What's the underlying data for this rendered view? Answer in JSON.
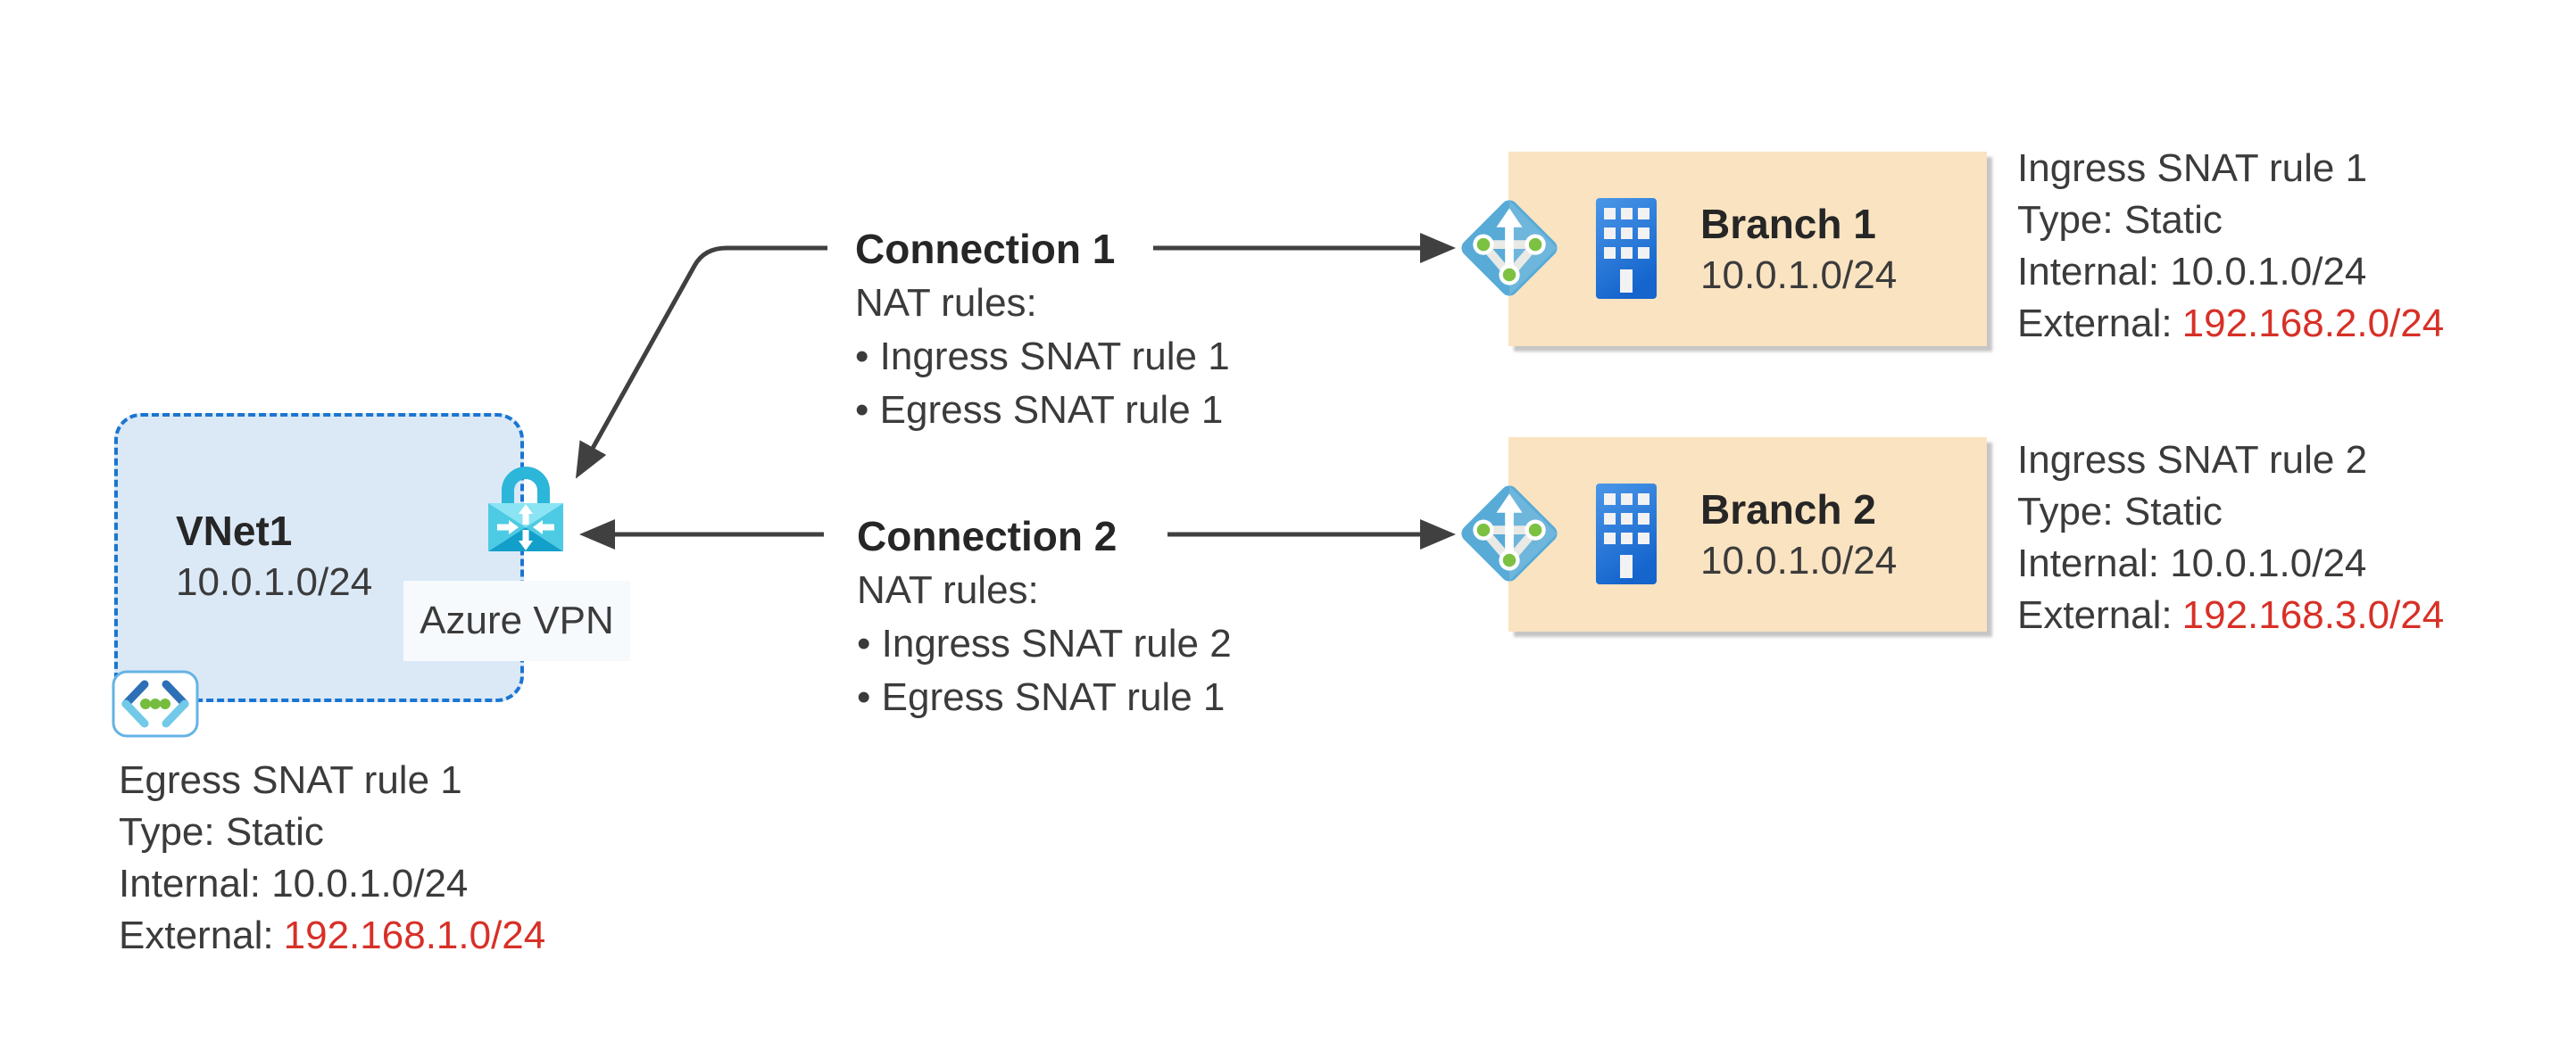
{
  "colors": {
    "background": "#ffffff",
    "text_dark": "#3b3b3b",
    "heading_dark": "#262626",
    "red": "#d73027",
    "line": "#404040",
    "vnet_fill": "#dbe9f7",
    "vnet_border": "#1b75d0",
    "vpn_label_bg": "#f7fafd",
    "branch_fill": "#fae3c1",
    "lock_cyan": "#2cb6d9",
    "gateway_blue": "#58abd7",
    "icon_green": "#7cc142",
    "building_blue": "#2e7fd8"
  },
  "vnet": {
    "name": "VNet1",
    "cidr": "10.0.1.0/24",
    "gateway_label": "Azure VPN"
  },
  "vnet_rule": {
    "title": "Egress SNAT rule 1",
    "type": "Type: Static",
    "internal": "Internal: 10.0.1.0/24",
    "external_label": "External:",
    "external_value": "192.168.1.0/24"
  },
  "connections": [
    {
      "title": "Connection 1",
      "rules_label": "NAT rules:",
      "bullets": [
        "• Ingress SNAT rule 1",
        "• Egress SNAT rule 1"
      ]
    },
    {
      "title": "Connection 2",
      "rules_label": "NAT rules:",
      "bullets": [
        "• Ingress SNAT rule 2",
        "• Egress SNAT rule 1"
      ]
    }
  ],
  "branches": [
    {
      "name": "Branch 1",
      "cidr": "10.0.1.0/24"
    },
    {
      "name": "Branch 2",
      "cidr": "10.0.1.0/24"
    }
  ],
  "branch_rules": [
    {
      "title": "Ingress SNAT rule 1",
      "type": "Type: Static",
      "internal": "Internal: 10.0.1.0/24",
      "external_label": "External:",
      "external_value": "192.168.2.0/24"
    },
    {
      "title": "Ingress SNAT rule 2",
      "type": "Type: Static",
      "internal": "Internal: 10.0.1.0/24",
      "external_label": "External:",
      "external_value": "192.168.3.0/24"
    }
  ]
}
